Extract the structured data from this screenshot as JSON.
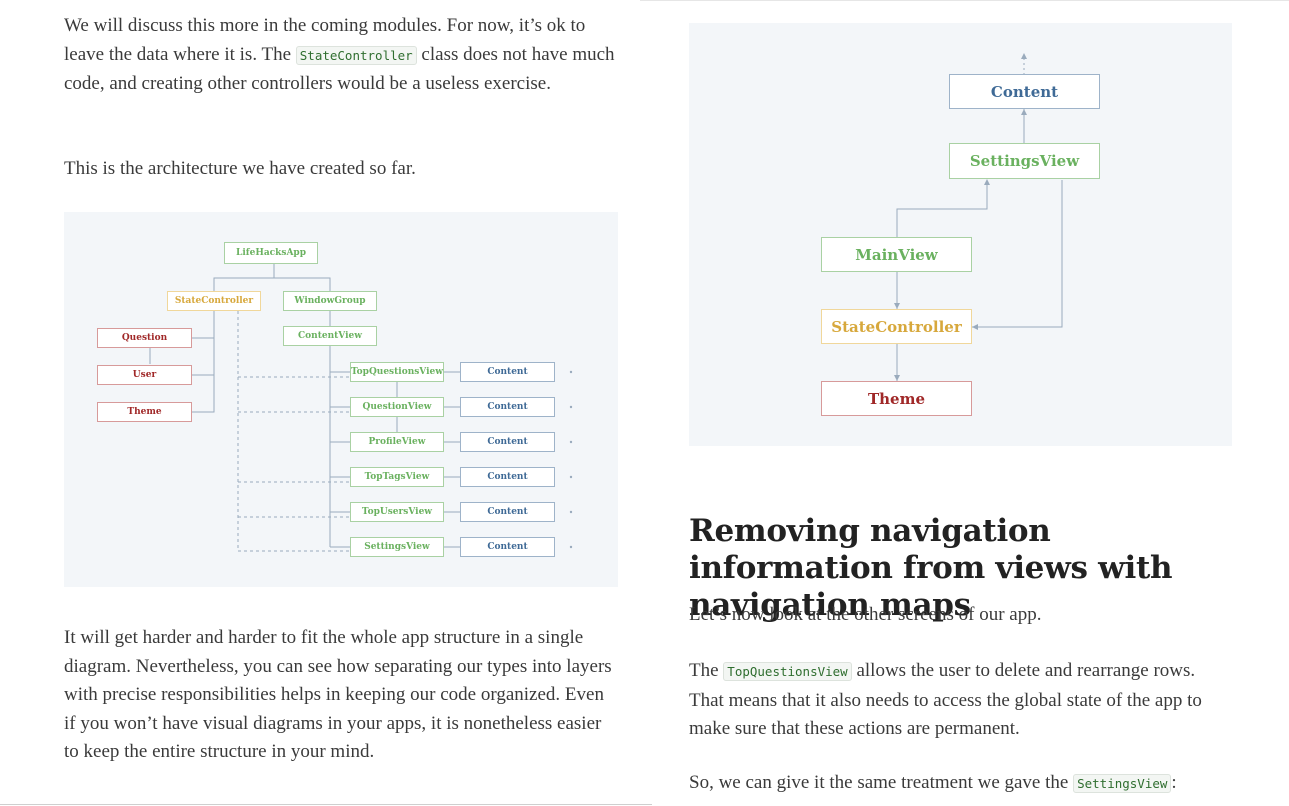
{
  "left": {
    "para1": {
      "t1": "We will discuss this more in the coming modules. For now, it’s ok to leave the data where it is. The ",
      "code": "StateController",
      "t2": " class does not have much code, and creating other controllers would be a useless exercise."
    },
    "para2": "This is the architecture we have created so far.",
    "para3": "It will get harder and harder to fit the whole app structure in a single diagram. Nevertheless, you can see how separating our types into layers with precise responsibilities helps in keeping our code organized. Even if you won’t have visual diagrams in your apps, it is nonetheless easier to keep the entire structure in your mind."
  },
  "diagram1": {
    "app": "LifeHacksApp",
    "state_controller": "StateController",
    "window_group": "WindowGroup",
    "content_view": "ContentView",
    "question": "Question",
    "user": "User",
    "theme": "Theme",
    "views": [
      "TopQuestionsView",
      "QuestionView",
      "ProfileView",
      "TopTagsView",
      "TopUsersView",
      "SettingsView"
    ],
    "content": "Content"
  },
  "diagram2": {
    "content": "Content",
    "settings_view": "SettingsView",
    "main_view": "MainView",
    "state_controller": "StateController",
    "theme": "Theme"
  },
  "right": {
    "heading": "Removing navigation information from views with navigation maps",
    "para1": "Let’s now look at the other screens of our app.",
    "para2": {
      "t1": "The ",
      "code": "TopQuestionsView",
      "t2": " allows the user to delete and rearrange rows. That means that it also needs to access the global state of the app to make sure that these actions are permanent."
    },
    "para3": {
      "t1": "So, we can give it the same treatment we gave the ",
      "code": "SettingsView",
      "t2": ":"
    }
  },
  "colors": {
    "green": "#6ab15f",
    "yellow": "#d7a83c",
    "red": "#a02828",
    "blue": "#3f6a96",
    "figure_bg": "#f3f6f9"
  }
}
